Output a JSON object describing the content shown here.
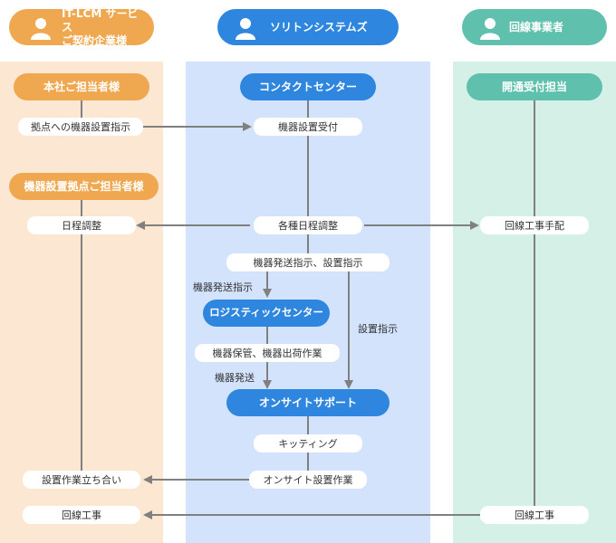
{
  "headers": {
    "customer": "IT-LCM サービス\nご契約企業様",
    "soliton": "ソリトンシステムズ",
    "carrier": "回線事業者"
  },
  "customer": {
    "hq_contact": "本社ご担当者様",
    "site_contact": "機器設置拠点ご担当者様",
    "install_instruction": "拠点への機器設置指示",
    "schedule": "日程調整",
    "install_attend": "設置作業立ち合い",
    "line_work": "回線工事"
  },
  "soliton": {
    "contact_center": "コンタクトセンター",
    "reception": "機器設置受付",
    "schedule_adjust": "各種日程調整",
    "ship_install_instruction": "機器発送指示、設置指示",
    "ship_instruction": "機器発送指示",
    "logistics_center": "ロジスティックセンター",
    "install_instruction": "設置指示",
    "storage_shipping": "機器保管、機器出荷作業",
    "shipping": "機器発送",
    "onsite_support": "オンサイトサポート",
    "kitting": "キッティング",
    "onsite_install": "オンサイト設置作業"
  },
  "carrier": {
    "opening_reception": "開通受付担当",
    "arrange_line_work": "回線工事手配",
    "line_work": "回線工事"
  },
  "colors": {
    "orange": "#f0a850",
    "orange_bg": "#fce7d2",
    "blue": "#2e86de",
    "blue_bg": "#d2e3fb",
    "green": "#5fc0ad",
    "green_bg": "#d5f0e7",
    "line": "#808080"
  }
}
